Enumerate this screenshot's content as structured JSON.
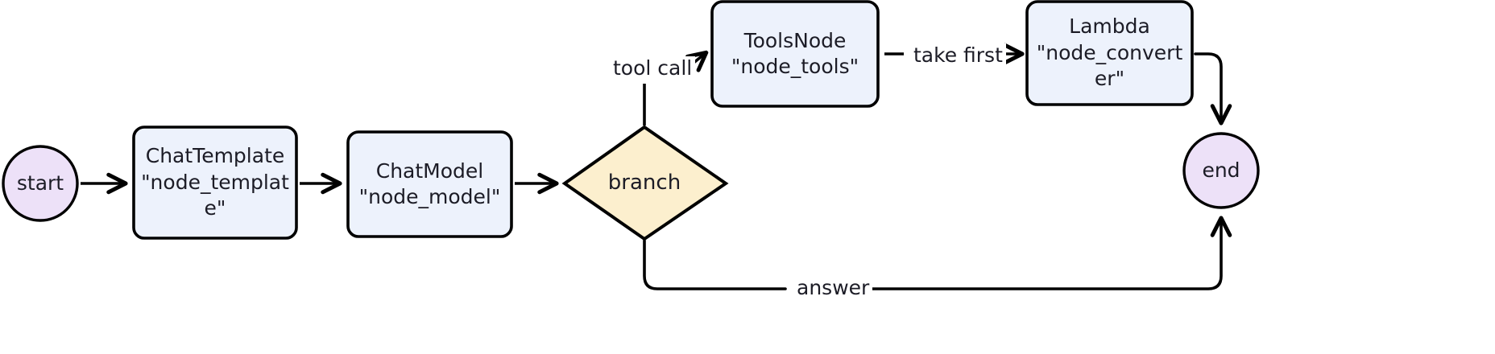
{
  "diagram": {
    "type": "flowchart",
    "orientation": "left-to-right",
    "background": "#ffffff",
    "stroke_color": "#000000",
    "text_color": "#1c1c26",
    "palette": {
      "terminal_fill": "#ede1f8",
      "process_fill": "#edf2fc",
      "decision_fill": "#fcefce"
    },
    "nodes": [
      {
        "id": "start",
        "shape": "circle",
        "label": "start",
        "fill": "#ede1f8"
      },
      {
        "id": "template",
        "shape": "rounded-rect",
        "label": "ChatTemplate\n\"node_templat\ne\"",
        "title": "ChatTemplate",
        "name": "\"node_template\"",
        "fill": "#edf2fc"
      },
      {
        "id": "model",
        "shape": "rounded-rect",
        "label": "ChatModel\n\"node_model\"",
        "title": "ChatModel",
        "name": "\"node_model\"",
        "fill": "#edf2fc"
      },
      {
        "id": "branch",
        "shape": "diamond",
        "label": "branch",
        "fill": "#fcefce"
      },
      {
        "id": "tools",
        "shape": "rounded-rect",
        "label": "ToolsNode\n\"node_tools\"",
        "title": "ToolsNode",
        "name": "\"node_tools\"",
        "fill": "#edf2fc"
      },
      {
        "id": "converter",
        "shape": "rounded-rect",
        "label": "Lambda\n\"node_convert\ner\"",
        "title": "Lambda",
        "name": "\"node_converter\"",
        "fill": "#edf2fc"
      },
      {
        "id": "end",
        "shape": "circle",
        "label": "end",
        "fill": "#ede1f8"
      }
    ],
    "edges": [
      {
        "from": "start",
        "to": "template",
        "label": ""
      },
      {
        "from": "template",
        "to": "model",
        "label": ""
      },
      {
        "from": "model",
        "to": "branch",
        "label": ""
      },
      {
        "from": "branch",
        "to": "tools",
        "label": "tool call"
      },
      {
        "from": "tools",
        "to": "converter",
        "label": "take first"
      },
      {
        "from": "converter",
        "to": "end",
        "label": ""
      },
      {
        "from": "branch",
        "to": "end",
        "label": "answer"
      }
    ]
  }
}
